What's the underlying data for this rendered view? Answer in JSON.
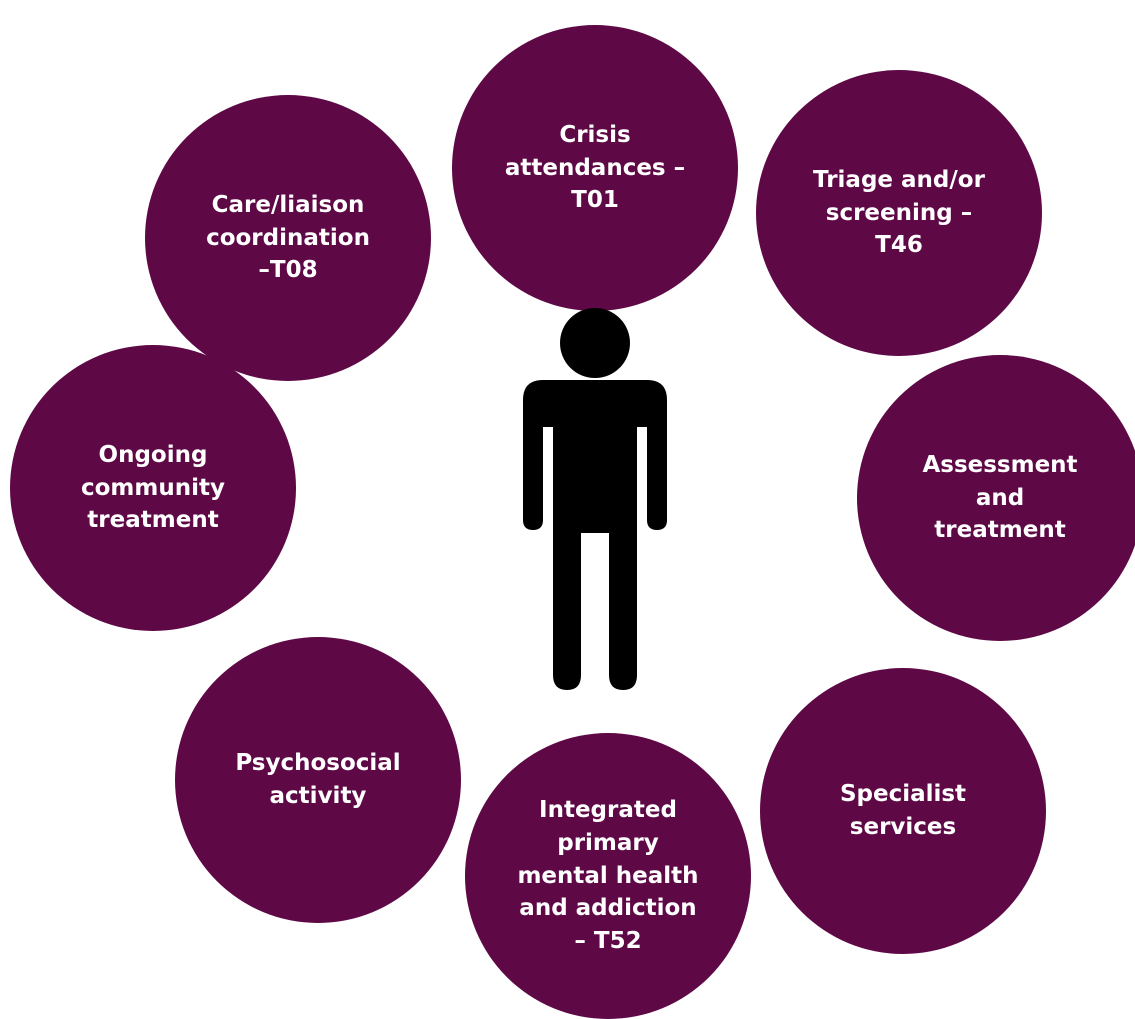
{
  "colors": {
    "circle": "#5e0846",
    "text": "#ffffff",
    "person": "#000000"
  },
  "center_icon": "person-icon",
  "circles": {
    "crisis": "Crisis\nattendances –\nT01",
    "triage": "Triage and/or\nscreening –\nT46",
    "assessment": "Assessment\nand\ntreatment",
    "specialist": "Specialist\nservices",
    "integrated": "Integrated\nprimary\nmental health\nand addiction\n– T52",
    "psychosocial": "Psychosocial\nactivity",
    "ongoing": "Ongoing\ncommunity\ntreatment",
    "care": "Care/liaison\ncoordination\n–T08"
  }
}
